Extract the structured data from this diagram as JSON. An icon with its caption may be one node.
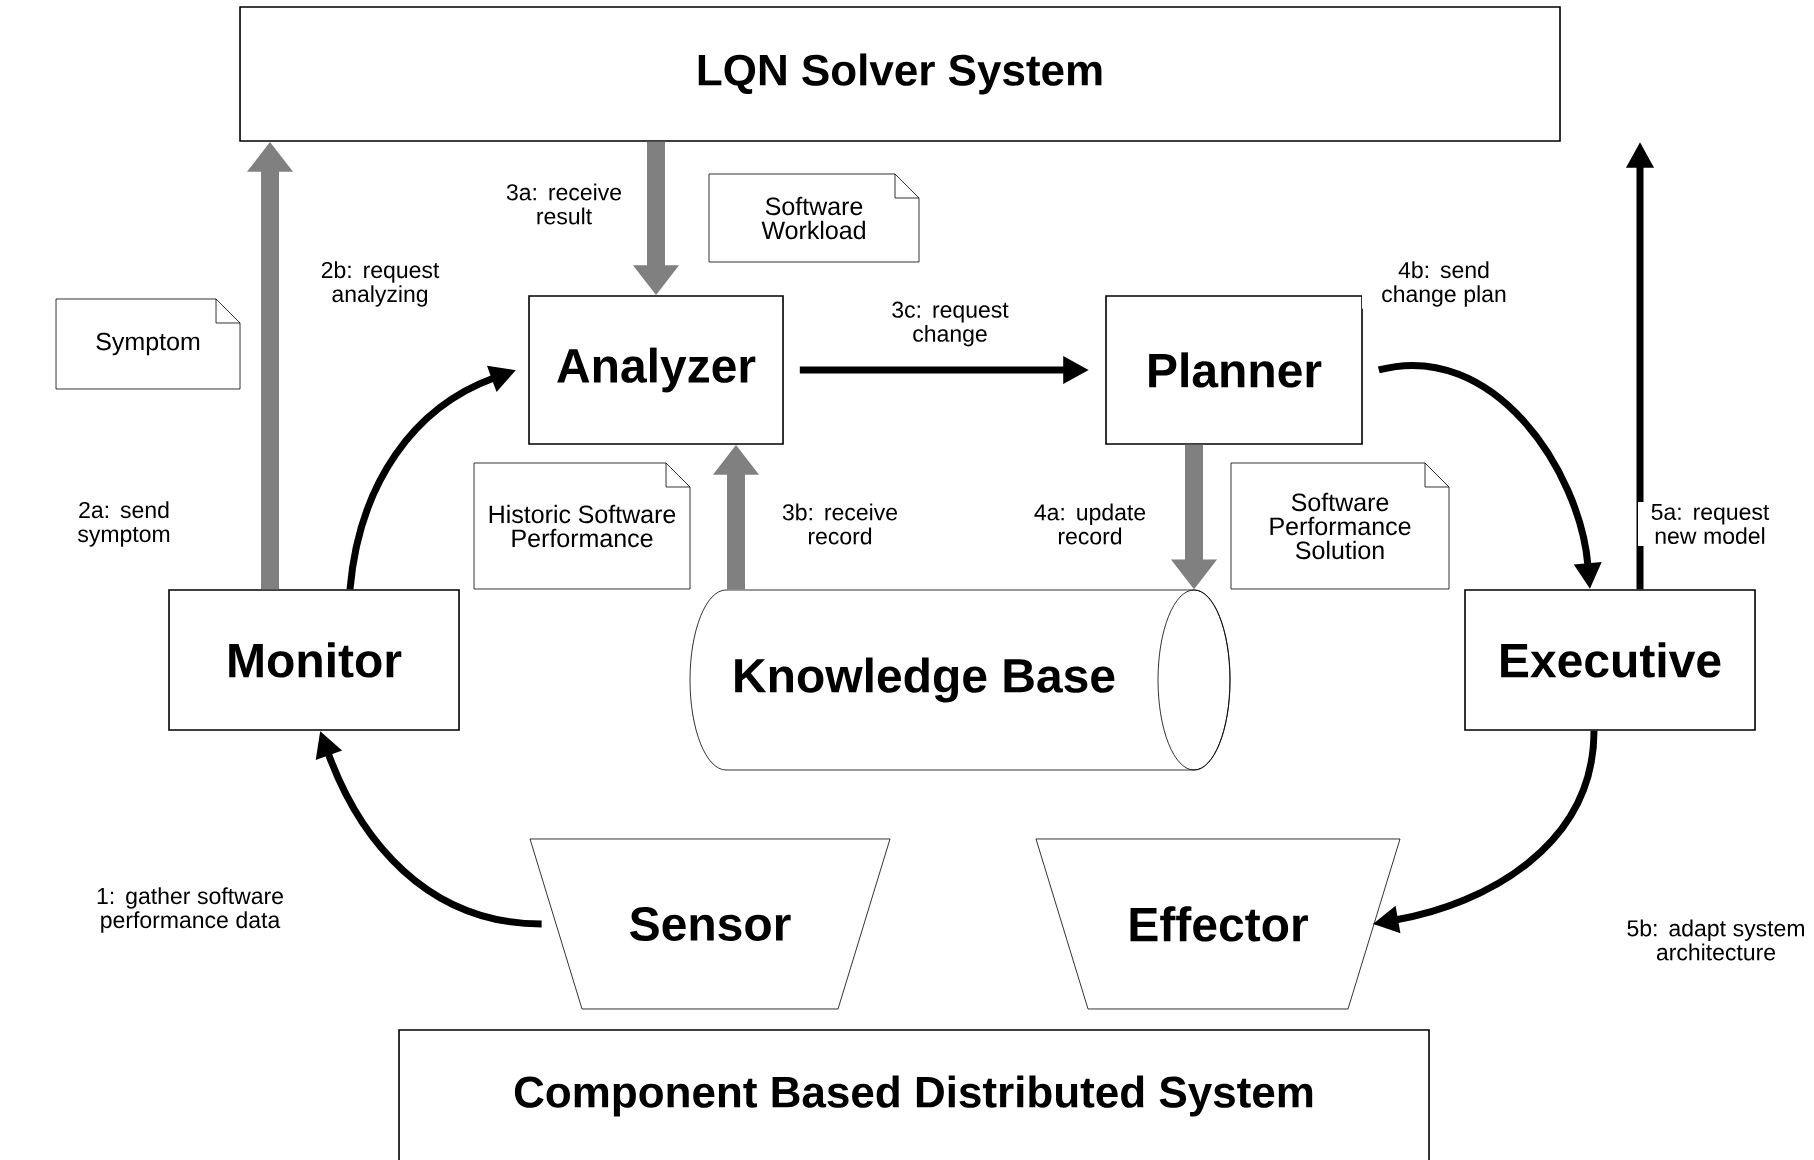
{
  "diagram": {
    "nodes": [
      {
        "text": [
          "LQN Solver System"
        ]
      },
      {
        "text": [
          "Software Workload"
        ]
      },
      {
        "text": [
          "Symptom"
        ]
      },
      {
        "text": [
          "Analyzer"
        ]
      },
      {
        "text": [
          "Planner"
        ]
      },
      {
        "text": [
          "Historic Software Performance"
        ]
      },
      {
        "text": [
          "Software Performance Solution"
        ]
      },
      {
        "text": [
          "Monitor"
        ]
      },
      {
        "text": [
          "Knowledge Base"
        ]
      },
      {
        "text": [
          "Executive"
        ]
      },
      {
        "text": [
          "Sensor"
        ]
      },
      {
        "text": [
          "Effector"
        ]
      },
      {
        "text": [
          "Component Based Distributed System"
        ]
      }
    ],
    "edges": [
      {
        "from": 7,
        "to": 0,
        "arrow": "to",
        "label": "2a: send symptom",
        "style": "thick",
        "color": "#808080"
      },
      {
        "from": 7,
        "to": 3,
        "arrow": "to",
        "label": "2b: request analyzing"
      },
      {
        "from": 0,
        "to": 3,
        "arrow": "to",
        "label": "3a: receive result",
        "style": "thick",
        "color": "#808080"
      },
      {
        "from": 8,
        "to": 3,
        "arrow": "to",
        "label": "3b: receive record",
        "style": "thick",
        "color": "#808080"
      },
      {
        "from": 3,
        "to": 4,
        "arrow": "to",
        "label": "3c: request change"
      },
      {
        "from": 4,
        "to": 8,
        "arrow": "to",
        "label": "4a: update record",
        "style": "thick",
        "color": "#808080"
      },
      {
        "from": 4,
        "to": 9,
        "arrow": "to",
        "label": "4b: send change plan"
      },
      {
        "from": 9,
        "to": 0,
        "arrow": "to",
        "label": "5a: request new model"
      },
      {
        "from": 10,
        "to": 7,
        "arrow": "to",
        "label": "1: gather software performance data"
      },
      {
        "from": 9,
        "to": 11,
        "arrow": "to",
        "label": "5b: adapt system architecture"
      }
    ]
  }
}
